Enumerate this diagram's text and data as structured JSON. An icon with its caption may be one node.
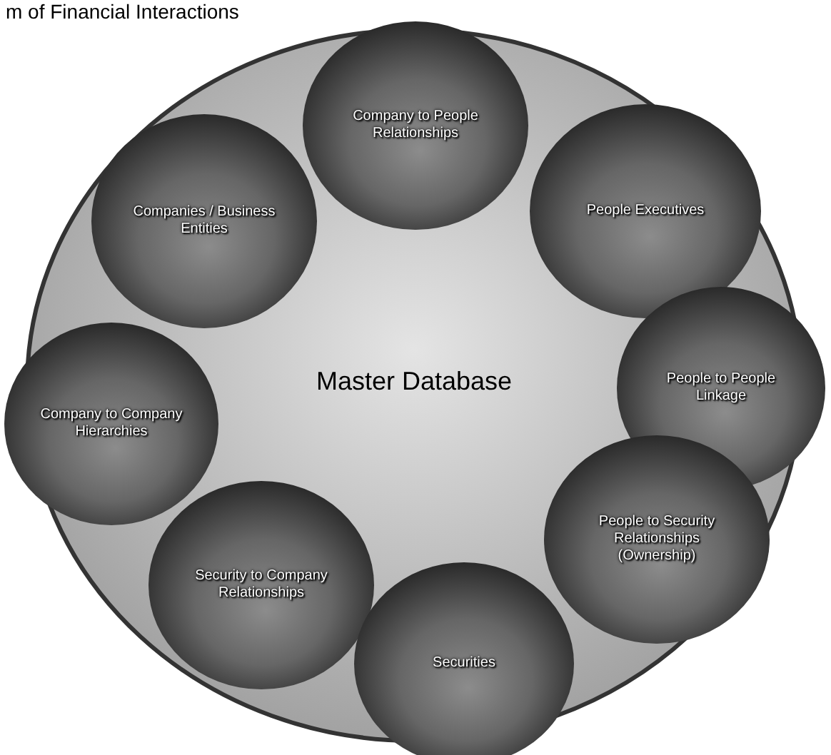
{
  "diagram": {
    "title": "m of Financial Interactions",
    "nodes": [
      {
        "text": [
          "Master Database"
        ]
      },
      {
        "text": [
          "Company to People Relationships"
        ],
        "in": 0
      },
      {
        "text": [
          "Companies / Business Entities"
        ],
        "in": 0
      },
      {
        "text": [
          "People Executives"
        ],
        "in": 0
      },
      {
        "text": [
          "People to People Linkage"
        ],
        "in": 0
      },
      {
        "text": [
          "Company to Company Hierarchies"
        ],
        "in": 0
      },
      {
        "text": [
          "People to Security Relationships (Ownership)"
        ],
        "in": 0
      },
      {
        "text": [
          "Security to Company Relationships"
        ],
        "in": 0
      },
      {
        "text": [
          "Securities"
        ],
        "in": 0
      }
    ]
  }
}
